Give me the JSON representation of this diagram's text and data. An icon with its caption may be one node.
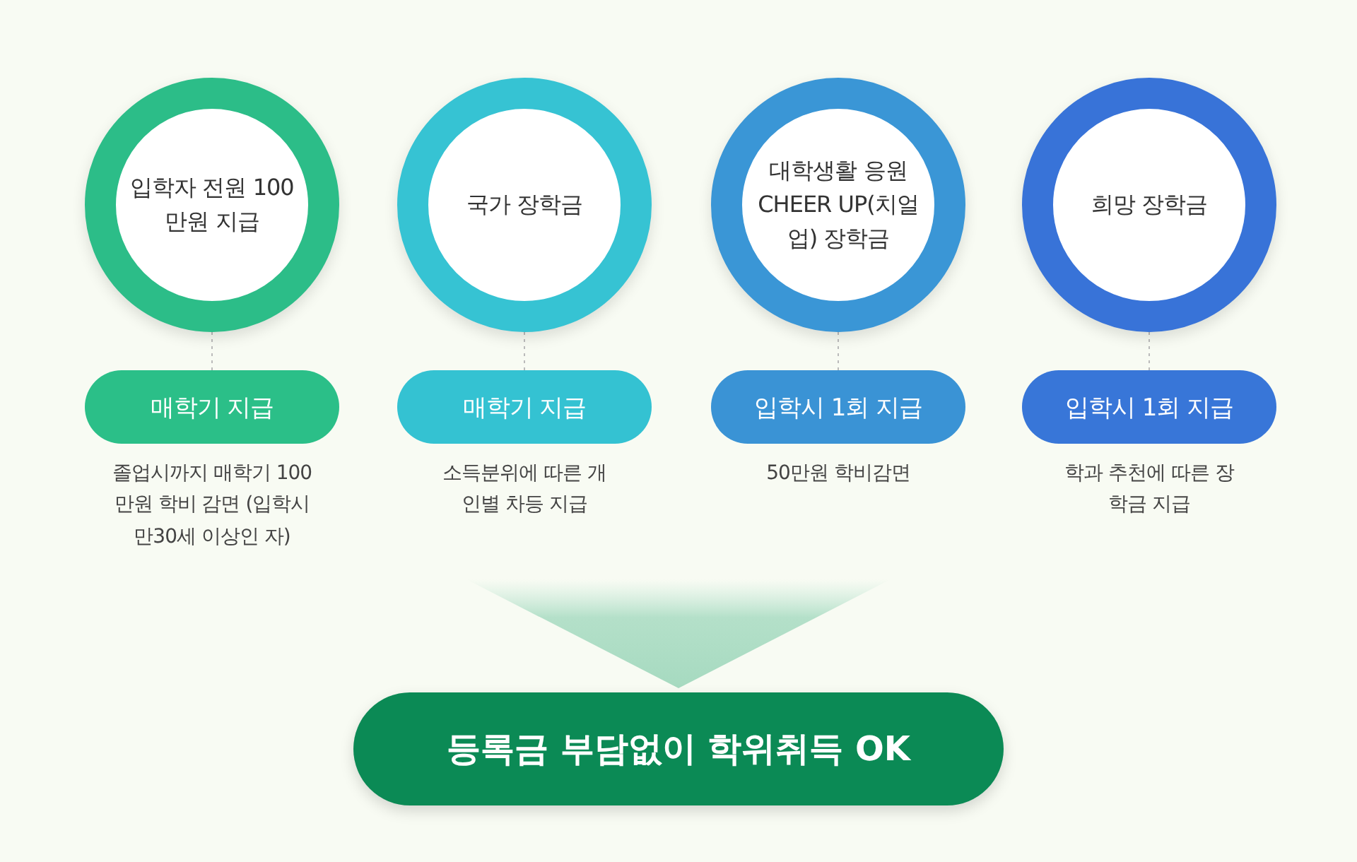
{
  "diagram": {
    "nodes": [
      {
        "text": [
          "입학자 전원 100만원 지급"
        ]
      },
      {
        "text": [
          "매학기 지급"
        ],
        "beside": [
          "졸업시까지 매학기 100만원 학비 감면 (입학시 만30세 이상인 자)"
        ]
      },
      {
        "text": [
          "국가 장학금"
        ]
      },
      {
        "text": [
          "매학기 지급"
        ],
        "beside": [
          "소득분위에 따른 개인별 차등 지급"
        ]
      },
      {
        "text": [
          "대학생활 응원 CHEER UP(치얼업) 장학금"
        ]
      },
      {
        "text": [
          "입학시 1회 지급"
        ],
        "beside": [
          "50만원 학비감면"
        ]
      },
      {
        "text": [
          "희망 장학금"
        ]
      },
      {
        "text": [
          "입학시 1회 지급"
        ],
        "beside": [
          "학과 추천에 따른 장학금 지급"
        ]
      },
      {
        "text": [
          "등록금 부담없이 학위취득 OK"
        ]
      }
    ],
    "edges": [
      {
        "from": 0,
        "to": 1,
        "arrow": "none",
        "style": "dashed"
      },
      {
        "from": 2,
        "to": 3,
        "arrow": "none",
        "style": "dashed"
      },
      {
        "from": 4,
        "to": 5,
        "arrow": "none",
        "style": "dashed"
      },
      {
        "from": 6,
        "to": 7,
        "arrow": "none",
        "style": "dashed"
      }
    ]
  }
}
